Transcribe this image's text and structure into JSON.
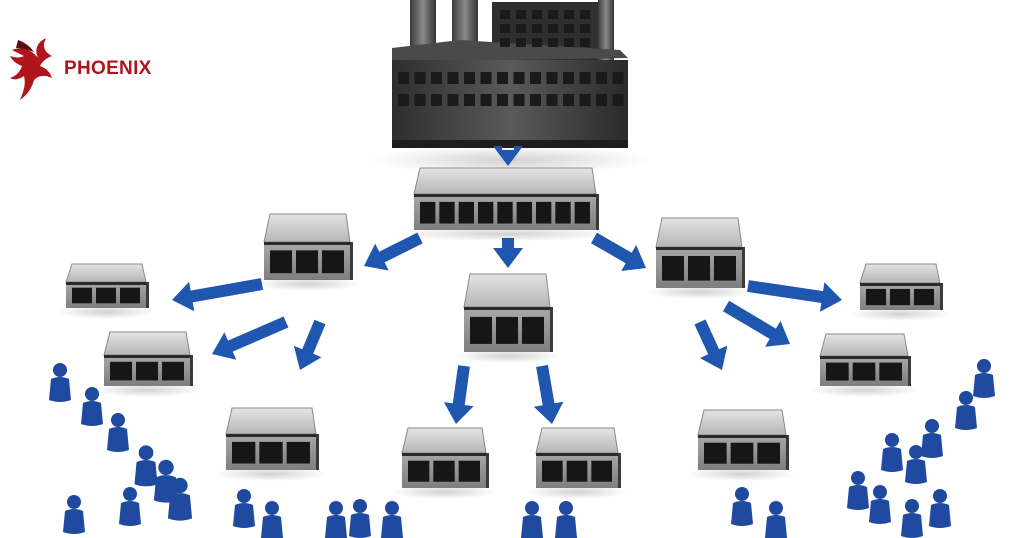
{
  "brand": {
    "name": "PHOENIX",
    "logo_icon": "phoenix-bird-icon",
    "color": "#b0151c"
  },
  "diagram": {
    "colors": {
      "arrow": "#1f56b0",
      "figure": "#1f4aa0",
      "roof": "#c4c4c4",
      "wall": "#9a9a9a",
      "factory": "#3a3a3a"
    },
    "nodes": [
      {
        "id": "factory",
        "kind": "factory"
      },
      {
        "id": "central-warehouse",
        "kind": "warehouse"
      },
      {
        "id": "distribution-center-left",
        "kind": "warehouse"
      },
      {
        "id": "distribution-center-middle",
        "kind": "warehouse"
      },
      {
        "id": "distribution-center-right",
        "kind": "warehouse"
      },
      {
        "id": "store-left-1",
        "kind": "store"
      },
      {
        "id": "store-left-2",
        "kind": "store"
      },
      {
        "id": "store-left-3",
        "kind": "store"
      },
      {
        "id": "store-middle-1",
        "kind": "store"
      },
      {
        "id": "store-middle-2",
        "kind": "store"
      },
      {
        "id": "store-right-1",
        "kind": "store"
      },
      {
        "id": "store-right-2",
        "kind": "store"
      },
      {
        "id": "store-right-3",
        "kind": "store"
      }
    ],
    "edges": [
      {
        "from": "factory",
        "to": "central-warehouse"
      },
      {
        "from": "central-warehouse",
        "to": "distribution-center-left"
      },
      {
        "from": "central-warehouse",
        "to": "distribution-center-middle"
      },
      {
        "from": "central-warehouse",
        "to": "distribution-center-right"
      },
      {
        "from": "distribution-center-left",
        "to": "store-left-1"
      },
      {
        "from": "distribution-center-left",
        "to": "store-left-2"
      },
      {
        "from": "distribution-center-left",
        "to": "store-left-3"
      },
      {
        "from": "distribution-center-middle",
        "to": "store-middle-1"
      },
      {
        "from": "distribution-center-middle",
        "to": "store-middle-2"
      },
      {
        "from": "distribution-center-right",
        "to": "store-right-1"
      },
      {
        "from": "distribution-center-right",
        "to": "store-right-2"
      },
      {
        "from": "distribution-center-right",
        "to": "store-right-3"
      }
    ],
    "customer_icon": "person-icon"
  }
}
